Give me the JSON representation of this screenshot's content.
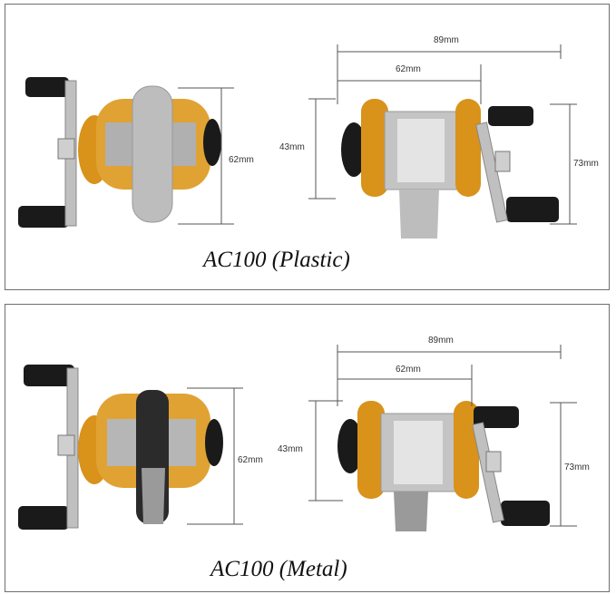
{
  "panels": [
    {
      "id": "plastic",
      "caption": "AC100 (Plastic)",
      "dimensions": {
        "overall_width": "89mm",
        "spool_width": "62mm",
        "side_height": "62mm",
        "frame_height": "43mm",
        "total_height": "73mm"
      },
      "spool_color": "#bdbdbd"
    },
    {
      "id": "metal",
      "caption": "AC100 (Metal)",
      "dimensions": {
        "overall_width": "89mm",
        "spool_width": "62mm",
        "side_height": "62mm",
        "frame_height": "43mm",
        "total_height": "73mm"
      },
      "spool_color": "#2b2b2b"
    }
  ],
  "colors": {
    "gold": "#d9921a",
    "silver": "#b8b8b8",
    "knob": "#1a1a1a",
    "dim_line": "#555555"
  }
}
